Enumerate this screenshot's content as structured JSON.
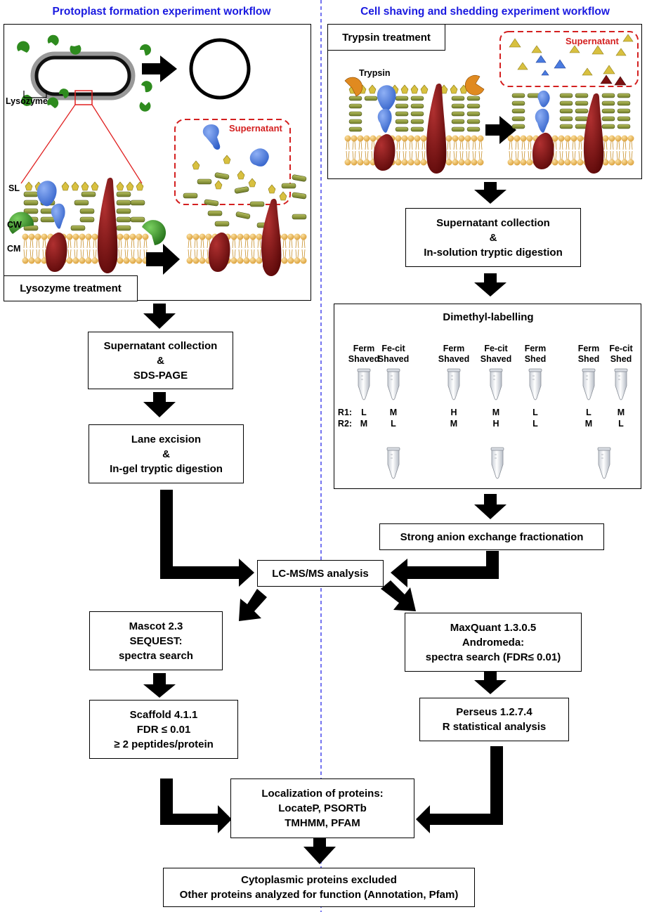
{
  "left_title": "Protoplast formation experiment workflow",
  "right_title": "Cell shaving and shedding experiment workflow",
  "left_panel": {
    "lysozyme_label": "Lysozyme",
    "supernatant_label": "Supernatant",
    "layer_labels": [
      "SL",
      "CW",
      "CM"
    ],
    "treatment_label": "Lysozyme treatment"
  },
  "right_panel": {
    "treatment_label": "Trypsin treatment",
    "trypsin_label": "Trypsin",
    "supernatant_label": "Supernatant"
  },
  "left_steps": {
    "step1": [
      "Supernatant collection",
      "&",
      "SDS-PAGE"
    ],
    "step2": [
      "Lane excision",
      "&",
      "In-gel tryptic digestion"
    ],
    "step3": [
      "Mascot 2.3",
      "SEQUEST:",
      "spectra search"
    ],
    "step4": [
      "Scaffold 4.1.1",
      "FDR ≤ 0.01",
      "≥ 2 peptides/protein"
    ]
  },
  "right_steps": {
    "step1": [
      "Supernatant collection",
      "&",
      "In-solution tryptic digestion"
    ],
    "step2": [
      "Strong anion exchange fractionation"
    ],
    "step3": [
      "MaxQuant 1.3.0.5",
      "Andromeda:",
      "spectra search (FDR≤ 0.01)"
    ],
    "step4": [
      "Perseus 1.2.7.4",
      "R statistical analysis"
    ]
  },
  "dimethyl": {
    "title": "Dimethyl-labelling",
    "replicate_labels": [
      "R1:",
      "R2:"
    ],
    "groups": [
      {
        "tubes": [
          {
            "label": [
              "Ferm",
              "Shaved"
            ],
            "r1": "L",
            "r2": "M"
          },
          {
            "label": [
              "Fe-cit",
              "Shaved"
            ],
            "r1": "M",
            "r2": "L"
          }
        ]
      },
      {
        "tubes": [
          {
            "label": [
              "Ferm",
              "Shaved"
            ],
            "r1": "H",
            "r2": "M"
          },
          {
            "label": [
              "Fe-cit",
              "Shaved"
            ],
            "r1": "M",
            "r2": "H"
          },
          {
            "label": [
              "Ferm",
              "Shed"
            ],
            "r1": "L",
            "r2": "L"
          }
        ]
      },
      {
        "tubes": [
          {
            "label": [
              "Ferm",
              "Shed"
            ],
            "r1": "L",
            "r2": "M"
          },
          {
            "label": [
              "Fe-cit",
              "Shed"
            ],
            "r1": "M",
            "r2": "L"
          }
        ]
      }
    ]
  },
  "center_steps": {
    "lcms": [
      "LC-MS/MS analysis"
    ],
    "localization": [
      "Localization of proteins:",
      "LocateP, PSORTb",
      "TMHMM, PFAM"
    ],
    "final": [
      "Cytoplasmic proteins excluded",
      "Other proteins analyzed for function (Annotation, Pfam)"
    ]
  },
  "colors": {
    "title_blue": "#1a1ae0",
    "divider_blue": "#2a2ae8",
    "supernatant_red": "#d42020",
    "lysozyme_green": "#2e8b1e",
    "protein_blue": "#4a7be0",
    "protein_darkred": "#7a1010",
    "membrane_orange": "#e8b050",
    "sl_yellow": "#d8c040",
    "cw_green": "#8a9a3a",
    "trypsin_orange": "#e08a20"
  }
}
